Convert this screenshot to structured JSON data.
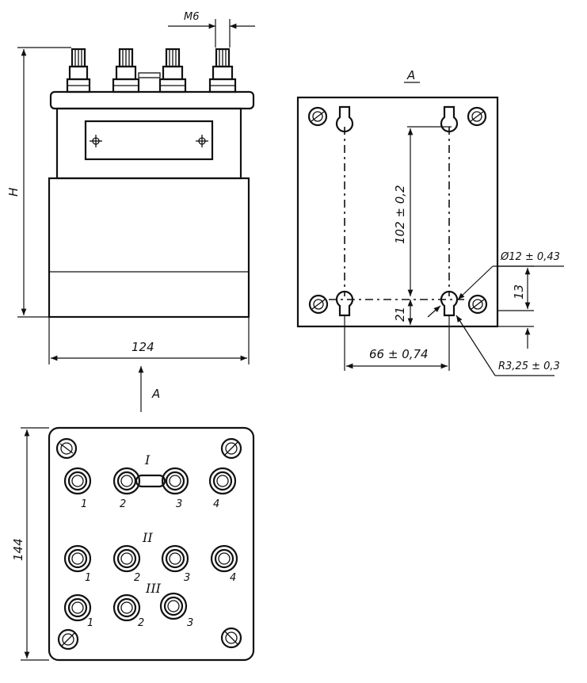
{
  "dimensions": {
    "thread": "M6",
    "height": "H",
    "width": "124",
    "depth": "144",
    "hole_spacing_v": "102 ± 0,2",
    "hole_spacing_h": "66 ± 0,74",
    "offset_bottom": "21",
    "offset_side": "13",
    "hole_diameter": "Ø12 ± 0,43",
    "hole_radius": "R3,25 ± 0,3"
  },
  "views": {
    "view_a_label": "A",
    "arrow_label": "A"
  },
  "terminals": {
    "group_1_label": "I",
    "group_2_label": "II",
    "group_3_label": "III",
    "row1": [
      "1",
      "2",
      "3",
      "4"
    ],
    "row2": [
      "1",
      "2",
      "3",
      "4"
    ],
    "row3": [
      "1",
      "2",
      "3"
    ]
  }
}
